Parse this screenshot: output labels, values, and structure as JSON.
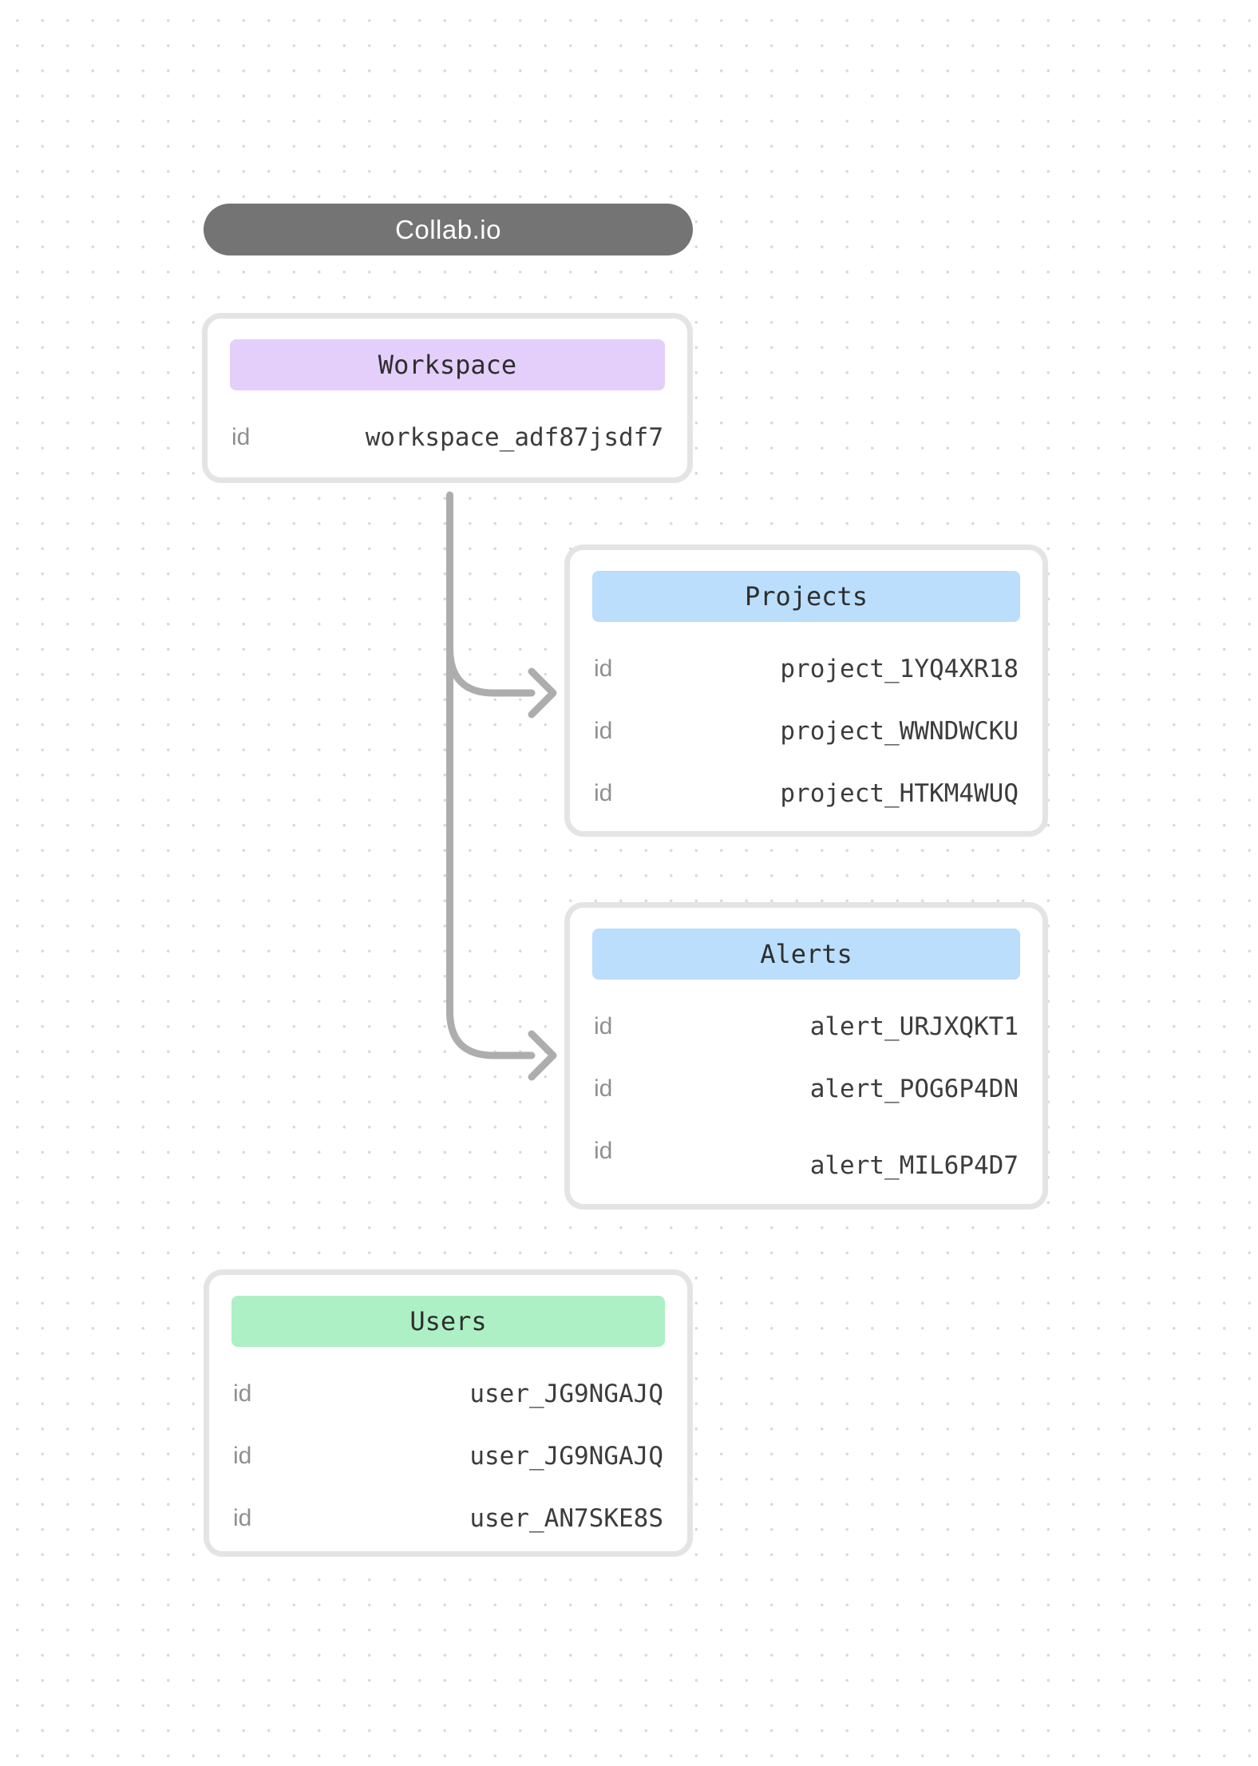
{
  "app": {
    "title": "Collab.io"
  },
  "colors": {
    "pill_bg": "#747474",
    "workspace_header_bg": "#e3cffa",
    "projects_header_bg": "#badefb",
    "alerts_header_bg": "#badefb",
    "users_header_bg": "#adf0c5",
    "connector": "#adadad"
  },
  "entities": {
    "workspace": {
      "title": "Workspace",
      "rows": [
        {
          "key": "id",
          "value": "workspace_adf87jsdf7"
        }
      ]
    },
    "projects": {
      "title": "Projects",
      "rows": [
        {
          "key": "id",
          "value": "project_1YQ4XR18"
        },
        {
          "key": "id",
          "value": "project_WWNDWCKU"
        },
        {
          "key": "id",
          "value": "project_HTKM4WUQ"
        }
      ]
    },
    "alerts": {
      "title": "Alerts",
      "rows": [
        {
          "key": "id",
          "value": "alert_URJXQKT1"
        },
        {
          "key": "id",
          "value": "alert_POG6P4DN"
        },
        {
          "key": "id",
          "value": "alert_MIL6P4D7"
        }
      ]
    },
    "users": {
      "title": "Users",
      "rows": [
        {
          "key": "id",
          "value": "user_JG9NGAJQ"
        },
        {
          "key": "id",
          "value": "user_JG9NGAJQ"
        },
        {
          "key": "id",
          "value": "user_AN7SKE8S"
        }
      ]
    }
  }
}
